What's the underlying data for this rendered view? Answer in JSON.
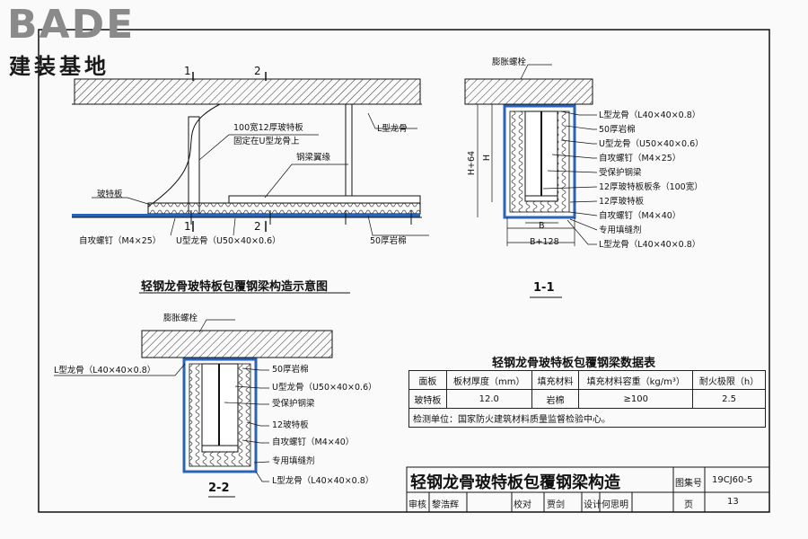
{
  "logo": {
    "brand": "BADE",
    "tagline": "建装基地"
  },
  "view_top": {
    "section_marks": [
      "1",
      "2",
      "1",
      "2"
    ],
    "labels": {
      "l_keel": "L型龙骨",
      "board_fixed": "100宽12厚玻特板",
      "fixed_on_u": "固定在U型龙骨上",
      "flange": "钢梁翼缘",
      "board": "玻特板",
      "screw": "自攻螺钉（M4×25）",
      "u_keel": "U型龙骨（U50×40×0.6）",
      "rockwool": "50厚岩棉"
    },
    "caption": "轻钢龙骨玻特板包覆钢梁构造示意图"
  },
  "section_1": {
    "anchor": "膨胀螺栓",
    "dims": {
      "h": "H",
      "h64": "H+64",
      "b": "B",
      "b128": "B+128"
    },
    "labels": [
      "L型龙骨（L40×40×0.8）",
      "50厚岩棉",
      "U型龙骨（U50×40×0.6）",
      "自攻螺钉（M4×25）",
      "受保护钢梁",
      "12厚玻特板板条（100宽）",
      "12厚玻特板",
      "自攻螺钉（M4×40）",
      "专用填缝剂",
      "L型龙骨（L40×40×0.8）"
    ],
    "caption": "1-1"
  },
  "section_2": {
    "anchor": "膨胀螺栓",
    "left_label": "L型龙骨（L40×40×0.8）",
    "labels": [
      "50厚岩棉",
      "U型龙骨（U50×40×0.6）",
      "受保护钢梁",
      "12玻特板",
      "自攻螺钉（M4×40）",
      "专用填缝剂",
      "L型龙骨（L40×40×0.8）"
    ],
    "caption": "2-2"
  },
  "data_table": {
    "title": "轻钢龙骨玻特板包覆钢梁数据表",
    "headers": [
      "面板",
      "板材厚度（mm）",
      "填充材料",
      "填充材料容重（kg/m³）",
      "耐火极限（h）"
    ],
    "row": [
      "玻特板",
      "12.0",
      "岩棉",
      "≥100",
      "2.5"
    ],
    "note": "检测单位：国家防火建筑材料质量监督检验中心。"
  },
  "title_block": {
    "main_title": "轻钢龙骨玻特板包覆钢梁构造",
    "atlas_label": "图集号",
    "atlas_no": "19CJ60-5",
    "review_label": "审核",
    "reviewer": "黎浩辉",
    "check_label": "校对",
    "checker": "贾剑",
    "design_label": "设计",
    "designer": "何思明",
    "page_label": "页",
    "page_no": "13"
  },
  "colors": {
    "line": "#111111",
    "board": "#2a64b8",
    "fill_hatch": "#444444"
  }
}
